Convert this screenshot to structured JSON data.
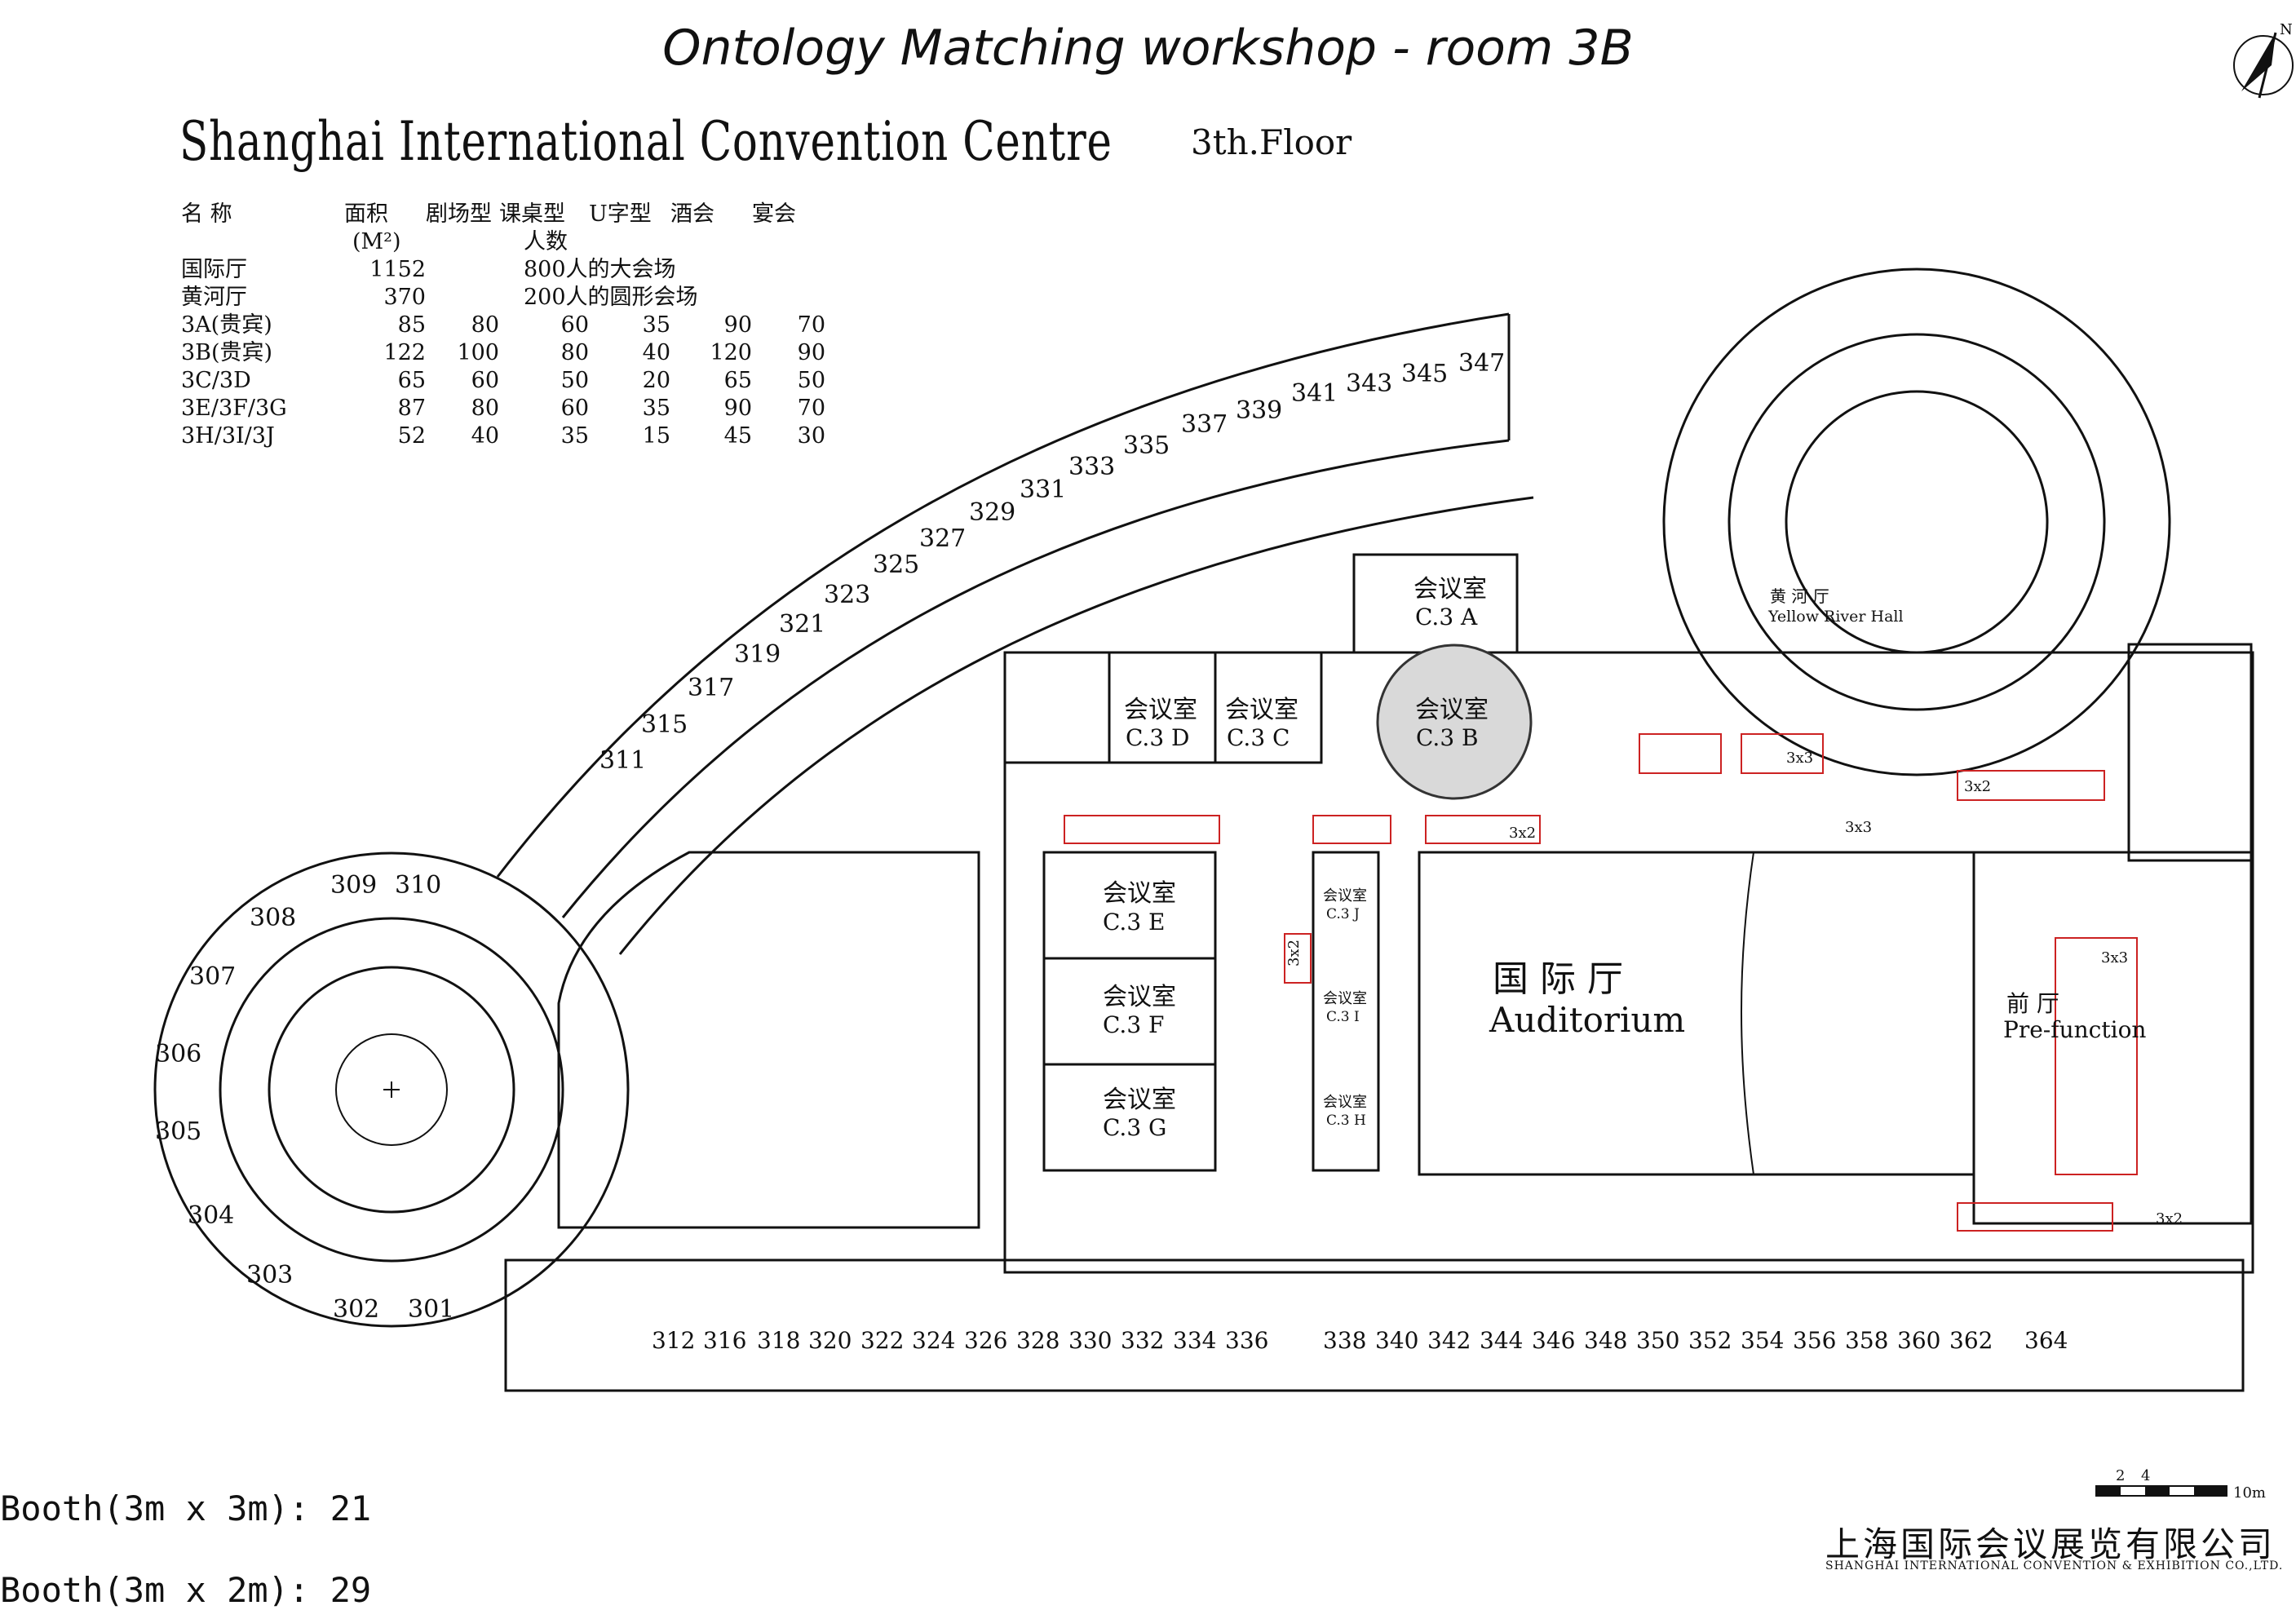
{
  "title": "Ontology Matching workshop - room 3B",
  "subtitle": "Shanghai International Convention Centre",
  "floor": "3th.Floor",
  "capacity_table": {
    "headers": [
      "名  称",
      "面积",
      "剧场型",
      "课桌型",
      "U字型",
      "酒会",
      "宴会"
    ],
    "unit": "(M²)",
    "people": "人数",
    "halls": [
      {
        "name": "国际厅",
        "area": "1152",
        "note": "800人的大会场"
      },
      {
        "name": "黄河厅",
        "area": "370",
        "note": "200人的圆形会场"
      }
    ],
    "rows": [
      [
        "3A(贵宾)",
        "85",
        "80",
        "60",
        "35",
        "90",
        "70"
      ],
      [
        "3B(贵宾)",
        "122",
        "100",
        "80",
        "40",
        "120",
        "90"
      ],
      [
        "3C/3D",
        "65",
        "60",
        "50",
        "20",
        "65",
        "50"
      ],
      [
        "3E/3F/3G",
        "87",
        "80",
        "60",
        "35",
        "90",
        "70"
      ],
      [
        "3H/3I/3J",
        "52",
        "40",
        "35",
        "15",
        "45",
        "30"
      ]
    ]
  },
  "rooms": {
    "c3a": [
      "会议室",
      "C.3 A"
    ],
    "c3b": [
      "会议室",
      "C.3 B"
    ],
    "c3c": [
      "会议室",
      "C.3 C"
    ],
    "c3d": [
      "会议室",
      "C.3 D"
    ],
    "c3e": [
      "会议室",
      "C.3 E"
    ],
    "c3f": [
      "会议室",
      "C.3 F"
    ],
    "c3g": [
      "会议室",
      "C.3 G"
    ],
    "c3h": [
      "会议室",
      "C.3 H"
    ],
    "c3i": [
      "会议室",
      "C.3 I"
    ],
    "c3j": [
      "会议室",
      "C.3 J"
    ],
    "auditorium": [
      "国 际 厅",
      "Auditorium"
    ],
    "yellow_river": [
      "黄   河   厅",
      "Yellow River Hall"
    ],
    "prefunction": [
      "前      厅",
      "Pre-function"
    ]
  },
  "booth_sizes": [
    "3x3",
    "3x2",
    "3x2",
    "3x3",
    "3x3",
    "3x2",
    "3x2"
  ],
  "room_numbers": {
    "arc": [
      "311",
      "315",
      "317",
      "319",
      "321",
      "323",
      "325",
      "327",
      "329",
      "331",
      "333",
      "335",
      "337",
      "339",
      "341",
      "343",
      "345",
      "347"
    ],
    "circle": [
      "309",
      "310",
      "308",
      "307",
      "306",
      "305",
      "304",
      "303",
      "302",
      "301"
    ],
    "bottom": [
      "312",
      "316",
      "318",
      "320",
      "322",
      "324",
      "326",
      "328",
      "330",
      "332",
      "334",
      "336",
      "338",
      "340",
      "342",
      "344",
      "346",
      "348",
      "350",
      "352",
      "354",
      "356",
      "358",
      "360",
      "362",
      "364"
    ]
  },
  "booth_counts": {
    "three_by_three": "Booth(3m x 3m): 21",
    "three_by_two": "Booth(3m x 2m): 29"
  },
  "scale": {
    "labels": [
      "2",
      "4",
      "10m"
    ]
  },
  "company_cn": "上海国际会议展览有限公司",
  "company_en": "SHANGHAI INTERNATIONAL CONVENTION & EXHIBITION CO.,LTD.",
  "compass_label": "N",
  "colors": {
    "line": "#111111",
    "booth": "#cc2222",
    "highlight": "#d9d9d9"
  }
}
